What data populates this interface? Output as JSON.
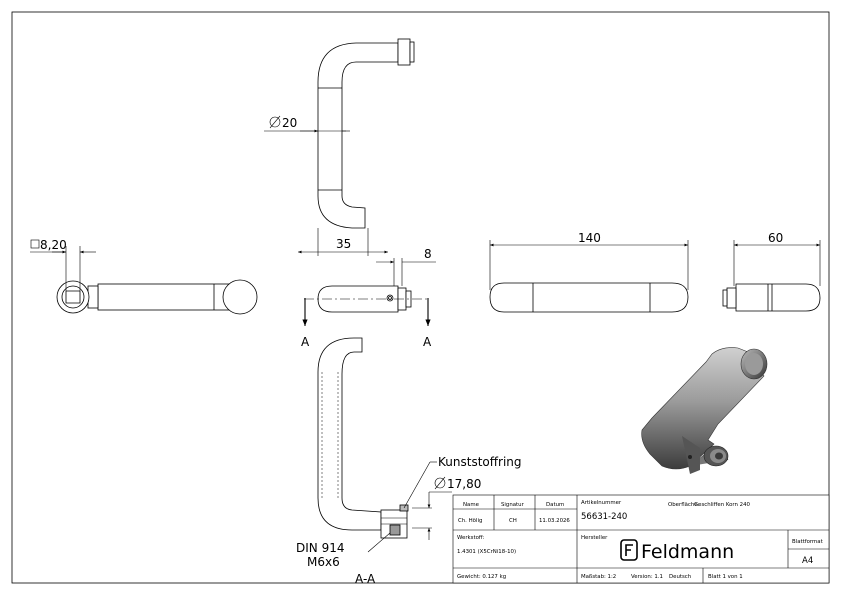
{
  "dimensions": {
    "square": "8,20",
    "diameter": "20",
    "offset": "35",
    "small": "8",
    "length": "140",
    "depth": "60",
    "ring_diameter": "17,80"
  },
  "section": {
    "marker_left": "A",
    "marker_right": "A",
    "title": "A-A"
  },
  "callouts": {
    "ring": "Kunststoffring",
    "screw_line1": "DIN 914",
    "screw_line2": "M6x6"
  },
  "title_block": {
    "name_header": "Name",
    "signature_header": "Signatur",
    "date_header": "Datum",
    "name": "Ch. Hölig",
    "signature": "CH",
    "date": "11.03.2026",
    "article_label": "Artikelnummer",
    "article_number": "56631-240",
    "surface_label": "Oberfläche:",
    "surface_value": "Geschliffen Korn 240",
    "material_label": "Werkstoff:",
    "material_value": "1.4301 (X5CrNi18-10)",
    "manufacturer_label": "Hersteller",
    "brand": "Feldmann",
    "format_label": "Blattformat",
    "format_value": "A4",
    "weight": "Gewicht: 0.127 kg",
    "scale": "Maßstab: 1:2",
    "version": "Version: 1.1",
    "language": "Deutsch",
    "sheet": "Blatt 1 von 1"
  },
  "colors": {
    "line": "#000000",
    "part_fill": "#ffffff",
    "render_dark": "#4a4a4a",
    "render_light": "#c8c8c8"
  }
}
